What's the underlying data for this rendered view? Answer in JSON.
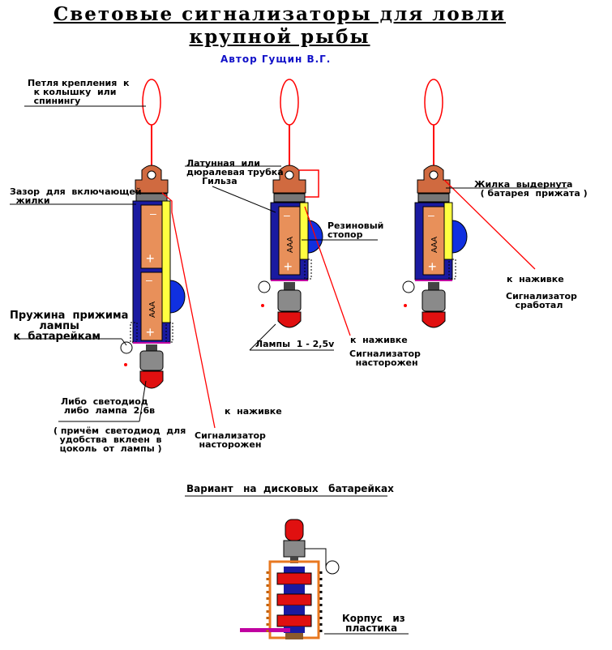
{
  "title": {
    "line1": "Световые  сигнализаторы  для  ловли",
    "line2": "крупной  рыбы",
    "author": "Автор  Гущин В.Г."
  },
  "labels": {
    "loop": "Петля крепления  к\n  к колышку  или\n  спинингу",
    "gap": "Зазор  для  включающей\n  жилки",
    "spring": "Пружина  прижима\n        лампы\n к  батарейкам",
    "led": "Либо  светодиод\n либо  лампа  2,6в",
    "led_note": "( причём  светодиод  для\n  удобства  вклеен  в\n  цоколь  от  лампы )",
    "bait_1": "к  наживке",
    "armed_1": "Сигнализатор\nнасторожен",
    "tube": "Латунная  или\nдюралевая трубка\n     Гильза",
    "rubber_stop": "Резиновый\nстопор",
    "lamp": "Лампы  1 - 2,5v",
    "bait_2": "к  наживке",
    "armed_2": "Сигнализатор\n  насторожен",
    "line_pulled": "Жилка  выдернута\n  ( батарея  прижата )",
    "bait_3": "к  наживке",
    "triggered": "Сигнализатор\n   сработал",
    "disc_variant": "Вариант   на  дисковых   батарейках",
    "housing": "Корпус   из\n пластика"
  },
  "battery": {
    "marking": "AAA",
    "minus": "–",
    "plus": "+"
  },
  "colors": {
    "loop_line": "#ff0000",
    "housing": "#1a1aa0",
    "battery": "#e8905a",
    "cap": "#d06a40",
    "stopper": "#1030e0",
    "bulb": "#e01010",
    "lamp_base": "#8a8a8a",
    "wire": "#ff0000",
    "magenta": "#c000a0",
    "orange_frame": "#e87820",
    "yellow": "#ffff40"
  }
}
